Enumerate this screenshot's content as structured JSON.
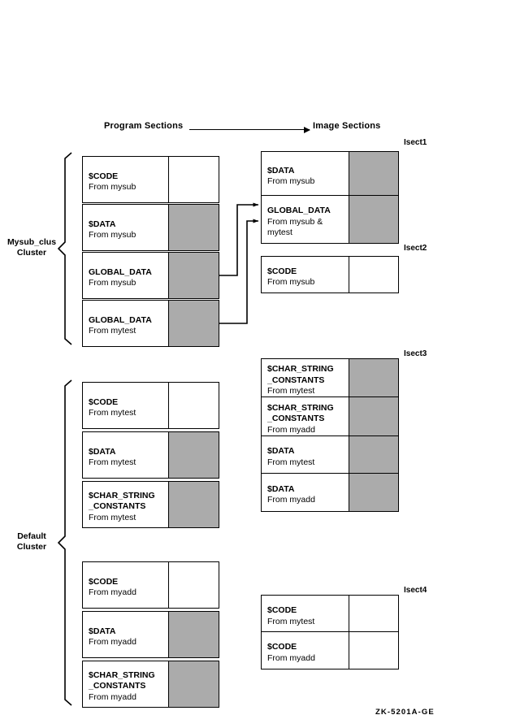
{
  "figure": {
    "id_label": "ZK-5201A-GE",
    "header": {
      "left_label": "Program Sections",
      "right_label": "Image Sections",
      "arrow_icon": "right-arrow-icon"
    }
  },
  "clusters": [
    {
      "name": "mysub_clus",
      "label_line1": "Mysub_clus",
      "label_line2": "Cluster",
      "program_sections": [
        {
          "name": "$CODE",
          "name2": "",
          "from": "From mysub",
          "shaded": false
        },
        {
          "name": "$DATA",
          "name2": "",
          "from": "From mysub",
          "shaded": true
        },
        {
          "name": "GLOBAL_DATA",
          "name2": "",
          "from": "From mysub",
          "shaded": true
        },
        {
          "name": "GLOBAL_DATA",
          "name2": "",
          "from": "From mytest",
          "shaded": true
        }
      ]
    },
    {
      "name": "default",
      "label_line1": "Default",
      "label_line2": "Cluster",
      "program_sections": [
        {
          "name": "$CODE",
          "name2": "",
          "from": "From mytest",
          "shaded": false
        },
        {
          "name": "$DATA",
          "name2": "",
          "from": "From mytest",
          "shaded": true
        },
        {
          "name": "$CHAR_STRING",
          "name2": "_CONSTANTS",
          "from": "From mytest",
          "shaded": true
        },
        {
          "name": "$CODE",
          "name2": "",
          "from": "From myadd",
          "shaded": false
        },
        {
          "name": "$DATA",
          "name2": "",
          "from": "From myadd",
          "shaded": true
        },
        {
          "name": "$CHAR_STRING",
          "name2": "_CONSTANTS",
          "from": "From myadd",
          "shaded": true
        }
      ]
    }
  ],
  "image_sections": [
    {
      "caption": "Isect1",
      "rows": [
        {
          "name": "$DATA",
          "name2": "",
          "from": "From mysub",
          "from2": "",
          "shaded": true
        },
        {
          "name": "GLOBAL_DATA",
          "name2": "",
          "from": "From mysub &",
          "from2": "mytest",
          "shaded": true
        }
      ]
    },
    {
      "caption": "Isect2",
      "rows": [
        {
          "name": "$CODE",
          "name2": "",
          "from": "From mysub",
          "from2": "",
          "shaded": false
        }
      ]
    },
    {
      "caption": "Isect3",
      "rows": [
        {
          "name": "$CHAR_STRING",
          "name2": "_CONSTANTS",
          "from": "From mytest",
          "from2": "",
          "shaded": true
        },
        {
          "name": "$CHAR_STRING",
          "name2": "_CONSTANTS",
          "from": "From myadd",
          "from2": "",
          "shaded": true
        },
        {
          "name": "$DATA",
          "name2": "",
          "from": "From mytest",
          "from2": "",
          "shaded": true
        },
        {
          "name": "$DATA",
          "name2": "",
          "from": "From myadd",
          "from2": "",
          "shaded": true
        }
      ]
    },
    {
      "caption": "Isect4",
      "rows": [
        {
          "name": "$CODE",
          "name2": "",
          "from": "From mytest",
          "from2": "",
          "shaded": false
        },
        {
          "name": "$CODE",
          "name2": "",
          "from": "From myadd",
          "from2": "",
          "shaded": false
        }
      ]
    }
  ],
  "connectors": [
    {
      "from": "mysub_clus.GLOBAL_DATA.mysub",
      "to": "Isect1.GLOBAL_DATA",
      "icon": "arrow-connector-icon"
    },
    {
      "from": "mysub_clus.GLOBAL_DATA.mytest",
      "to": "Isect1.GLOBAL_DATA",
      "icon": "arrow-connector-icon"
    }
  ],
  "colors": {
    "shaded_fill": "#ababab",
    "stroke": "#000000",
    "background": "#ffffff"
  }
}
